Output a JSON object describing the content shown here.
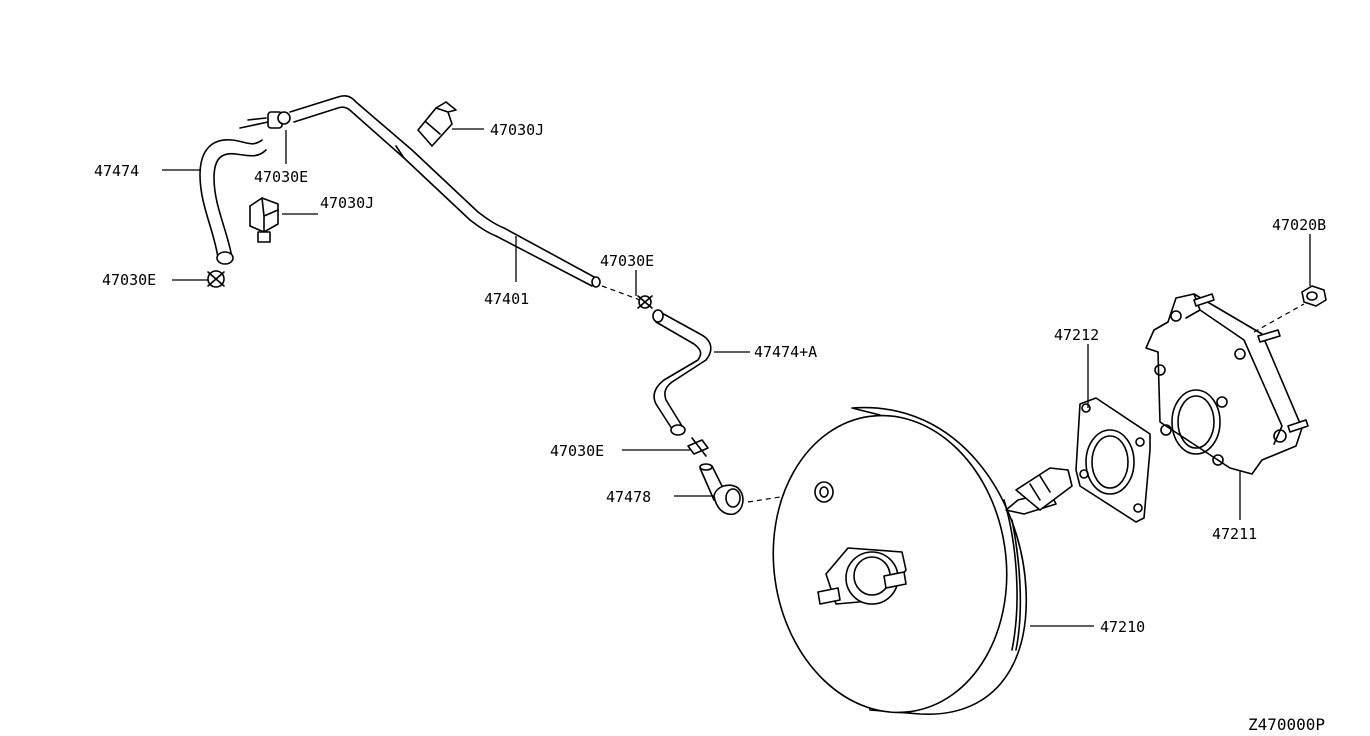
{
  "diagram": {
    "reference_code": "Z470000P",
    "callouts": [
      {
        "id": "hose-upper-left",
        "label": "47474"
      },
      {
        "id": "clamp-upper",
        "label": "47030E"
      },
      {
        "id": "connector-left",
        "label": "47030J"
      },
      {
        "id": "clamp-lower-left",
        "label": "47030E"
      },
      {
        "id": "connector-top",
        "label": "47030J"
      },
      {
        "id": "vacuum-tube",
        "label": "47401"
      },
      {
        "id": "clamp-mid",
        "label": "47030E"
      },
      {
        "id": "hose-lower",
        "label": "47474+A"
      },
      {
        "id": "clamp-low",
        "label": "47030E"
      },
      {
        "id": "check-valve",
        "label": "47478"
      },
      {
        "id": "booster-gasket",
        "label": "47212"
      },
      {
        "id": "spacer-plate",
        "label": "47211"
      },
      {
        "id": "nut",
        "label": "47020B"
      },
      {
        "id": "brake-booster",
        "label": "47210"
      }
    ]
  }
}
